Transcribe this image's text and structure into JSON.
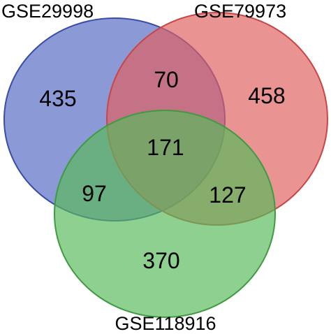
{
  "sets": [
    {
      "name": "GSE29998",
      "color": "#5468c4",
      "stroke": "#3a4ba8"
    },
    {
      "name": "GSE79973",
      "color": "#e06060",
      "stroke": "#c94646"
    },
    {
      "name": "GSE118916",
      "color": "#59b95a",
      "stroke": "#3f9b40"
    }
  ],
  "regions": {
    "only_gse29998": "435",
    "only_gse79973": "458",
    "only_gse118916": "370",
    "gse29998_gse79973": "70",
    "gse29998_gse118916": "97",
    "gse79973_gse118916": "127",
    "all_three": "171"
  }
}
